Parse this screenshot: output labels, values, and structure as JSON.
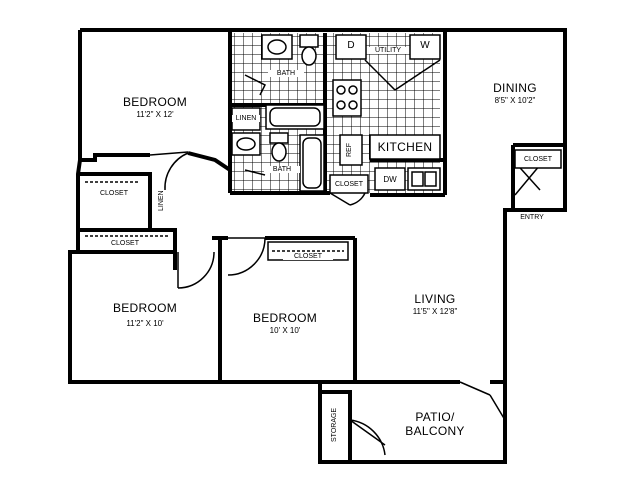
{
  "rooms": {
    "bedroom1": {
      "name": "BEDROOM",
      "dims": "11'2\" X 12'"
    },
    "bedroom2": {
      "name": "BEDROOM",
      "dims": "11'2\" X 10'"
    },
    "bedroom3": {
      "name": "BEDROOM",
      "dims": "10' X 10'"
    },
    "dining": {
      "name": "DINING",
      "dims": "8'5\" X 10'2\""
    },
    "living": {
      "name": "LIVING",
      "dims": "11'5\" X 12'8\""
    },
    "kitchen": {
      "name": "KITCHEN"
    },
    "patio": {
      "line1": "PATIO/",
      "line2": "BALCONY"
    },
    "bath_upper": {
      "name": "BATH"
    },
    "bath_lower": {
      "name": "BATH"
    },
    "storage": {
      "name": "STORAGE"
    },
    "entry": {
      "name": "ENTRY"
    }
  },
  "closets": {
    "left": "CLOSET",
    "hall": "CLOSET",
    "bed3": "CLOSET",
    "kitchen": "CLOSET",
    "entry": "CLOSET"
  },
  "fixtures": {
    "linen_hall": "LINEN",
    "linen_bath": "LINEN",
    "utility": "UTILITY",
    "dryer": "D",
    "washer": "W",
    "refrigerator": "REF",
    "dishwasher": "DW"
  }
}
